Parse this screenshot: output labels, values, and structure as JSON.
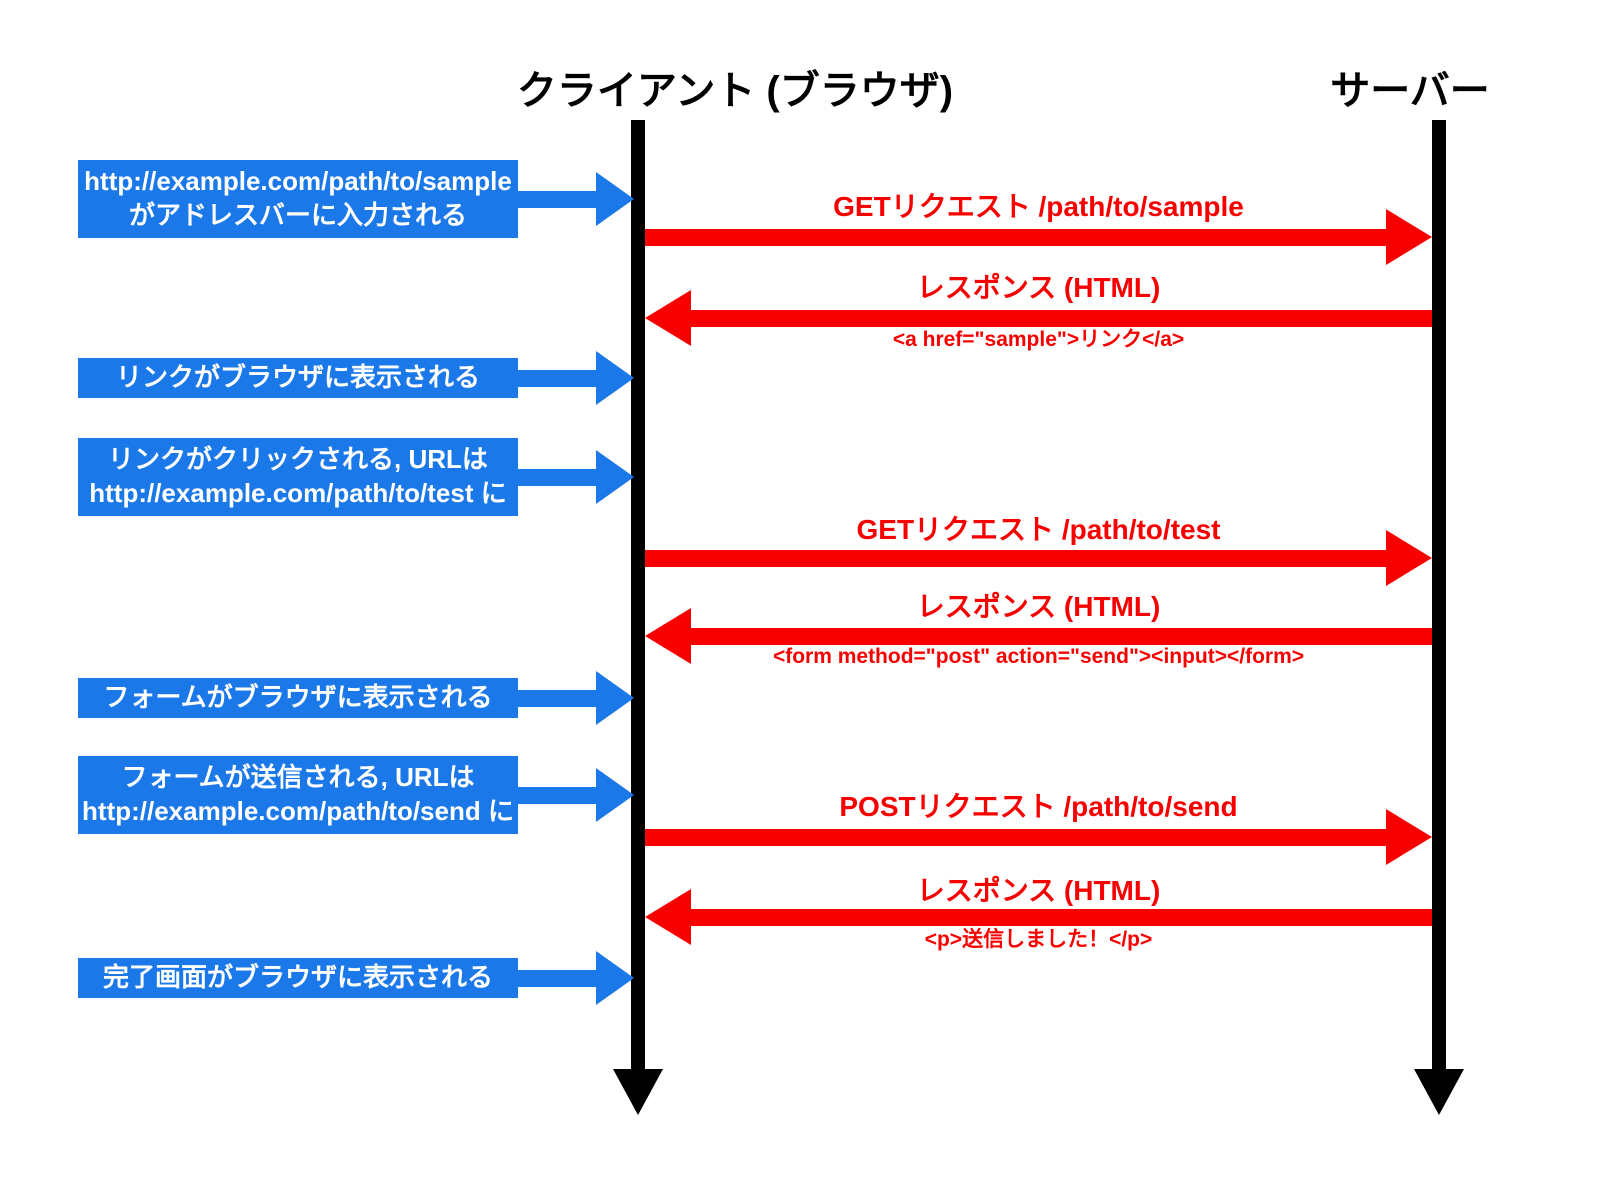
{
  "actors": {
    "client": "クライアント (ブラウザ)",
    "server": "サーバー"
  },
  "client_notes": [
    {
      "text": "http://example.com/path/to/sample\nがアドレスバーに入力される"
    },
    {
      "text": "リンクがブラウザに表示される"
    },
    {
      "text": "リンクがクリックされる, URLは\nhttp://example.com/path/to/test に"
    },
    {
      "text": "フォームがブラウザに表示される"
    },
    {
      "text": "フォームが送信される, URLは\nhttp://example.com/path/to/send に"
    },
    {
      "text": "完了画面がブラウザに表示される"
    }
  ],
  "messages": [
    {
      "direction": "right",
      "label": "GETリクエスト /path/to/sample",
      "code": ""
    },
    {
      "direction": "left",
      "label": "レスポンス (HTML)",
      "code": "<a href=\"sample\">リンク</a>"
    },
    {
      "direction": "right",
      "label": "GETリクエスト /path/to/test",
      "code": ""
    },
    {
      "direction": "left",
      "label": "レスポンス (HTML)",
      "code": "<form method=\"post\" action=\"send\"><input></form>"
    },
    {
      "direction": "right",
      "label": "POSTリクエスト /path/to/send",
      "code": ""
    },
    {
      "direction": "left",
      "label": "レスポンス (HTML)",
      "code": "<p>送信しました！</p>"
    }
  ],
  "colors": {
    "blue": "#1B78E8",
    "red": "#F80000",
    "black": "#000000"
  }
}
